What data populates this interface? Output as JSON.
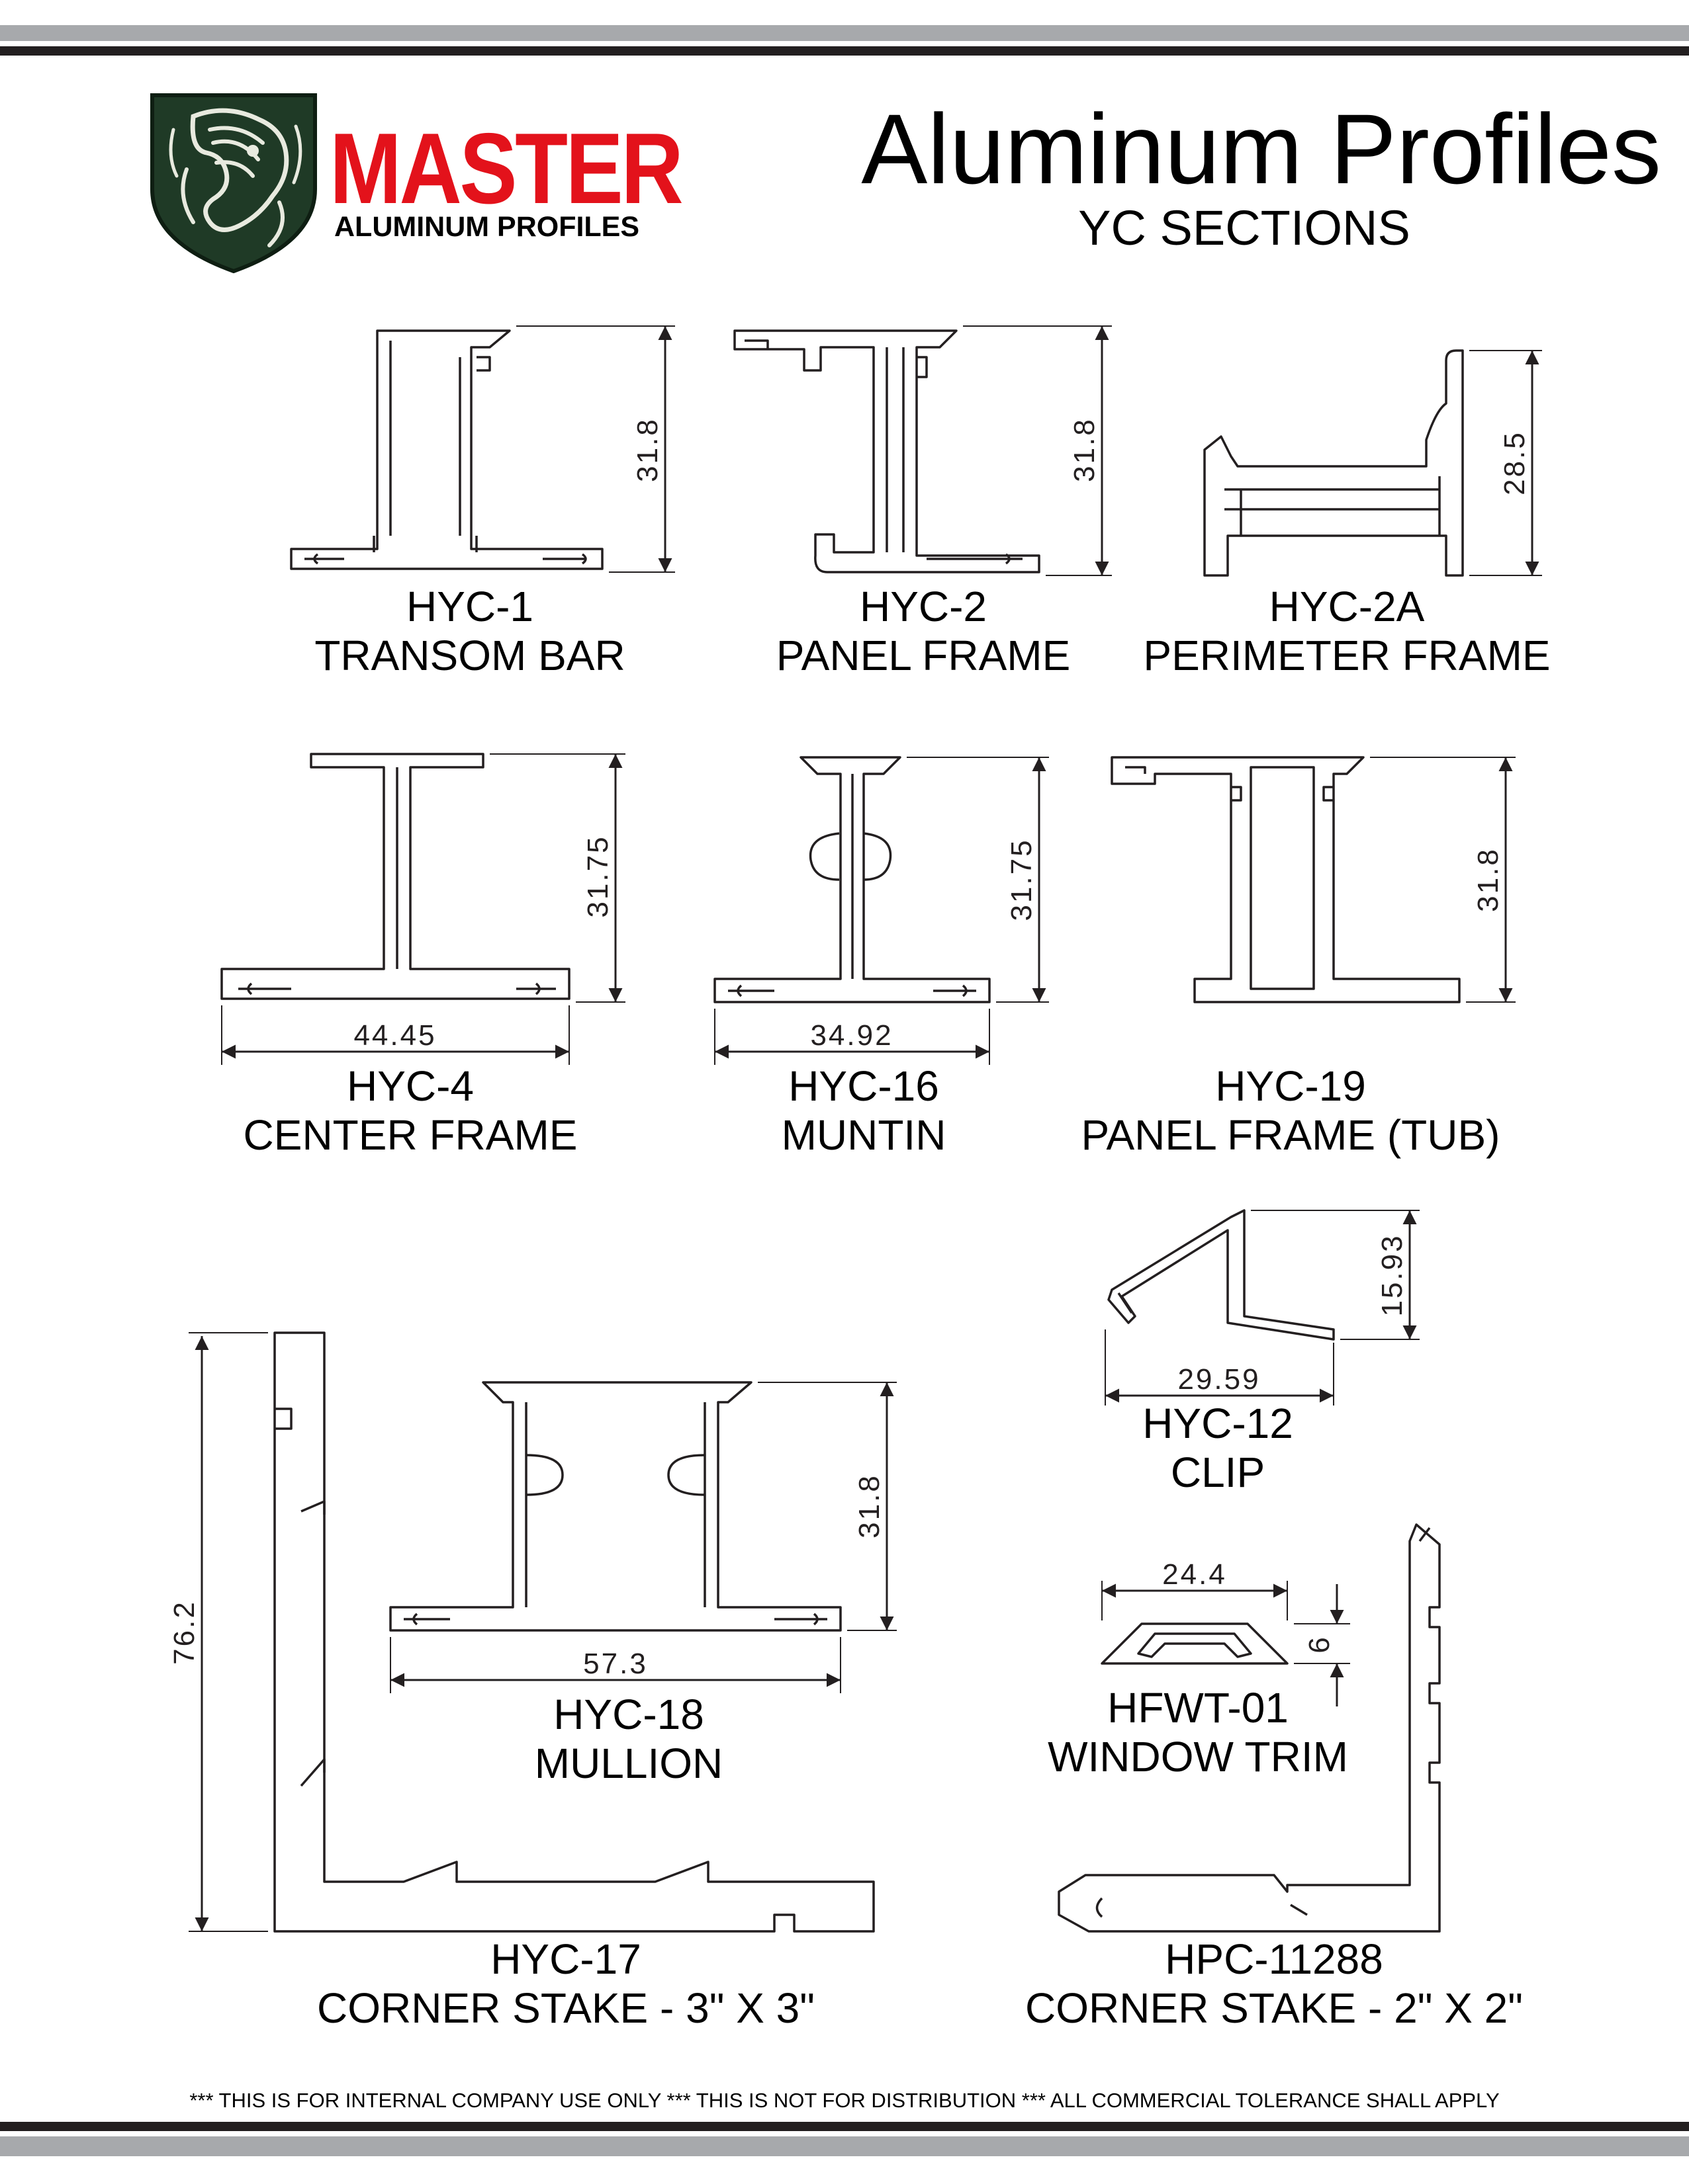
{
  "header": {
    "brand": "MASTER",
    "brand_sub": "ALUMINUM PROFILES",
    "title": "Aluminum Profiles",
    "subtitle": "YC SECTIONS"
  },
  "profiles": [
    {
      "code": "HYC-1",
      "name": "TRANSOM BAR",
      "dims": [
        "31.8"
      ]
    },
    {
      "code": "HYC-2",
      "name": "PANEL FRAME",
      "dims": [
        "31.8"
      ]
    },
    {
      "code": "HYC-2A",
      "name": "PERIMETER FRAME",
      "dims": [
        "28.5"
      ]
    },
    {
      "code": "HYC-4",
      "name": "CENTER FRAME",
      "dims": [
        "31.75",
        "44.45"
      ]
    },
    {
      "code": "HYC-16",
      "name": "MUNTIN",
      "dims": [
        "31.75",
        "34.92"
      ]
    },
    {
      "code": "HYC-19",
      "name": "PANEL FRAME (TUB)",
      "dims": [
        "31.8"
      ]
    },
    {
      "code": "HYC-12",
      "name": "CLIP",
      "dims": [
        "15.93",
        "29.59"
      ]
    },
    {
      "code": "HFWT-01",
      "name": "WINDOW TRIM",
      "dims": [
        "24.4",
        "6"
      ]
    },
    {
      "code": "HYC-18",
      "name": "MULLION",
      "dims": [
        "31.8",
        "57.3"
      ]
    },
    {
      "code": "HYC-17",
      "name": "CORNER STAKE - 3\" X 3\"",
      "dims": [
        "76.2"
      ]
    },
    {
      "code": "HPC-11288",
      "name": "CORNER STAKE - 2\" X 2\"",
      "dims": []
    }
  ],
  "footer": "*** THIS IS FOR INTERNAL COMPANY USE ONLY *** THIS IS NOT FOR DISTRIBUTION *** ALL COMMERCIAL TOLERANCE SHALL APPLY",
  "colors": {
    "brand": "#e3121b",
    "rule_dark": "#231f20",
    "rule_grey": "#a7a9ac",
    "logo": "#1f3a26"
  }
}
